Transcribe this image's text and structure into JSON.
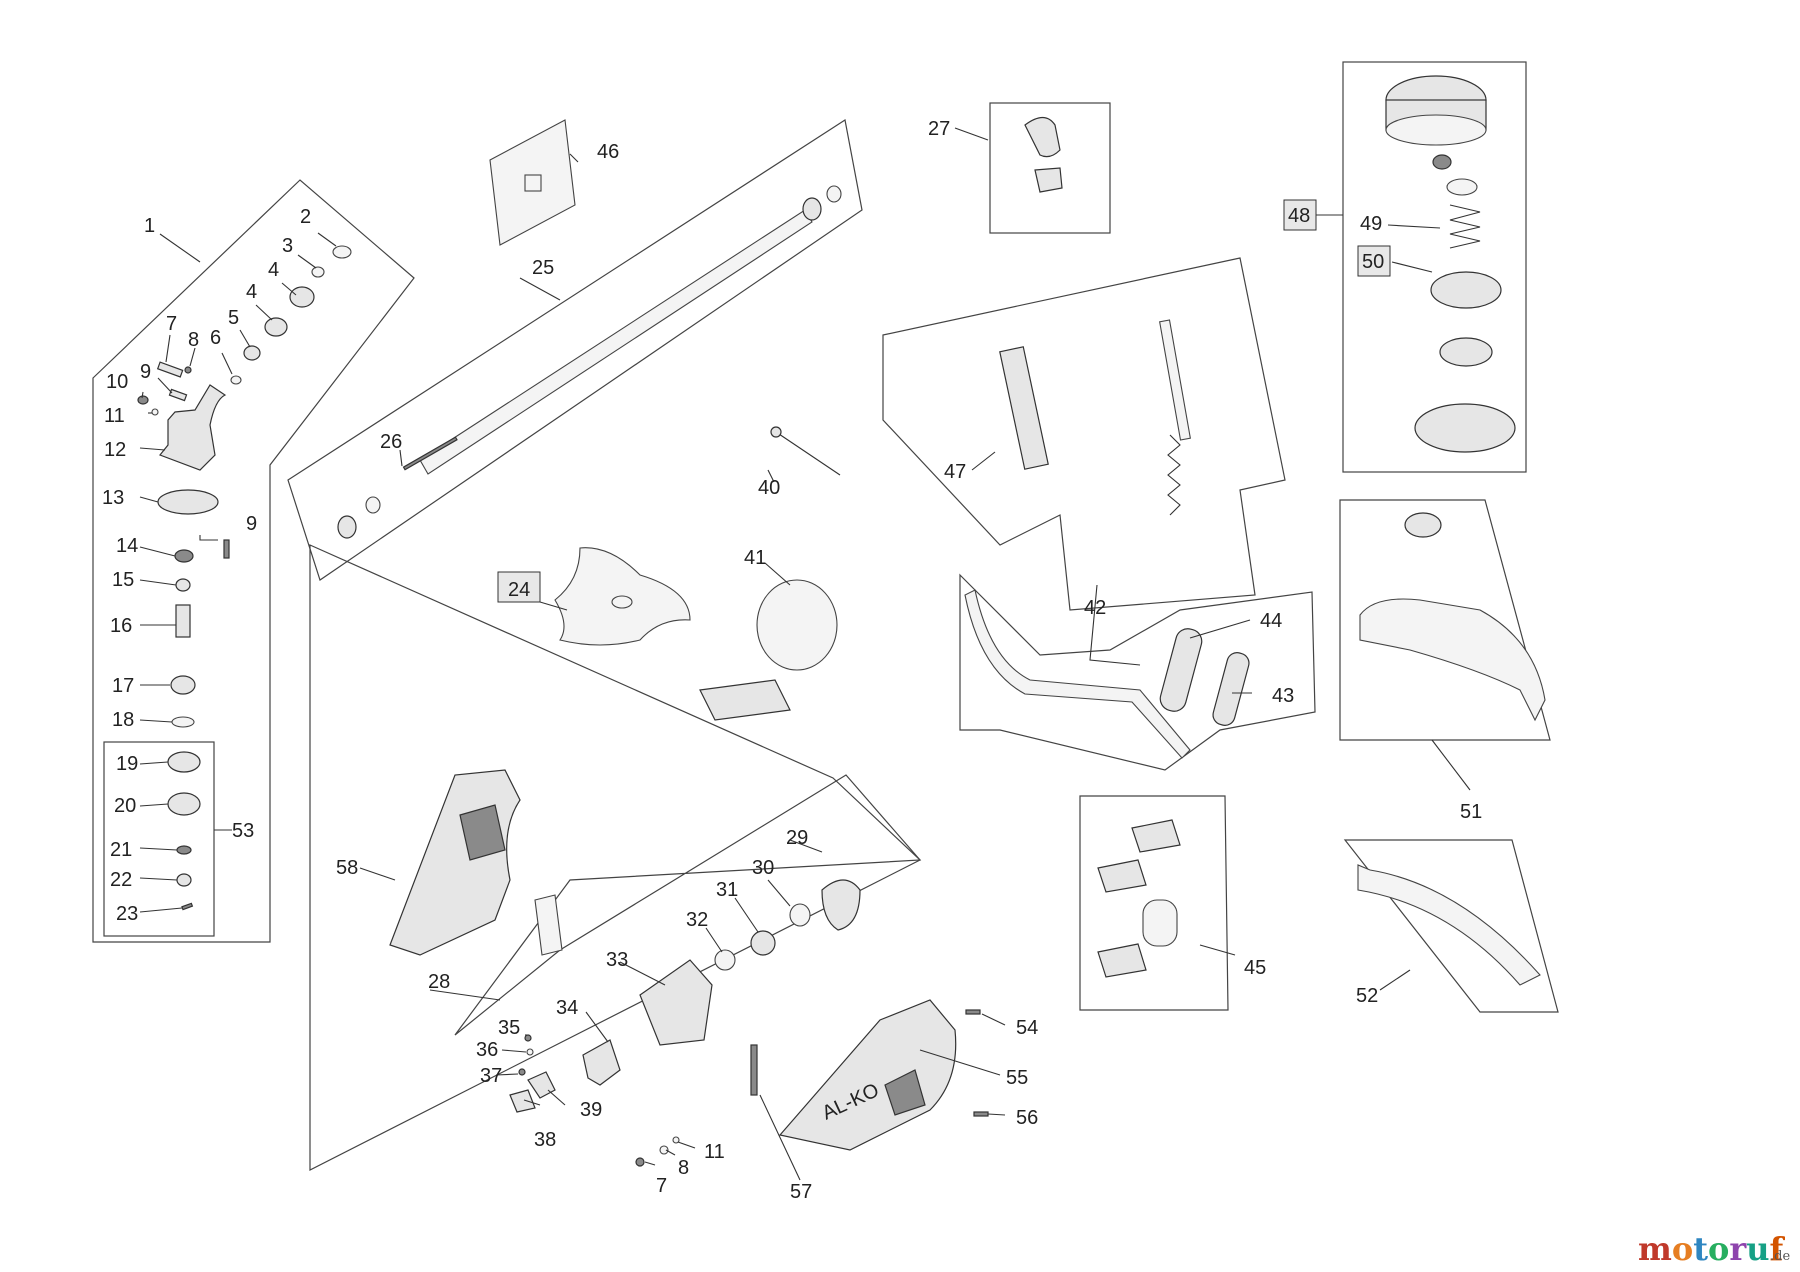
{
  "labels": {
    "p1": "1",
    "p2": "2",
    "p3": "3",
    "p4a": "4",
    "p4b": "4",
    "p5": "5",
    "p6": "6",
    "p7": "7",
    "p8": "8",
    "p9a": "9",
    "p10": "10",
    "p11": "11",
    "p12": "12",
    "p13": "13",
    "p9b": "9",
    "p14": "14",
    "p15": "15",
    "p16": "16",
    "p17": "17",
    "p18": "18",
    "p19": "19",
    "p20": "20",
    "p21": "21",
    "p22": "22",
    "p23": "23",
    "p53": "53",
    "p24": "24",
    "p25": "25",
    "p26": "26",
    "p27": "27",
    "p28": "28",
    "p29": "29",
    "p30": "30",
    "p31": "31",
    "p32": "32",
    "p33": "33",
    "p34": "34",
    "p35": "35",
    "p36": "36",
    "p37": "37",
    "p38": "38",
    "p39": "39",
    "p40": "40",
    "p41": "41",
    "p42": "42",
    "p43": "43",
    "p44": "44",
    "p45": "45",
    "p46": "46",
    "p47": "47",
    "p48": "48",
    "p49": "49",
    "p50": "50",
    "p51": "51",
    "p52": "52",
    "p54": "54",
    "p55": "55",
    "p56": "56",
    "p57": "57",
    "p58": "58",
    "p7b": "7",
    "p8b": "8",
    "p11b": "11"
  },
  "brand_on_housing": "AL-KO",
  "watermark": {
    "letters": [
      "m",
      "o",
      "t",
      "o",
      "r",
      "u",
      "f"
    ],
    "letter_colors": [
      "#c0392b",
      "#e67e22",
      "#2e86c1",
      "#27ae60",
      "#8e44ad",
      "#16a085",
      "#d35400"
    ],
    "suffix": ".de"
  }
}
